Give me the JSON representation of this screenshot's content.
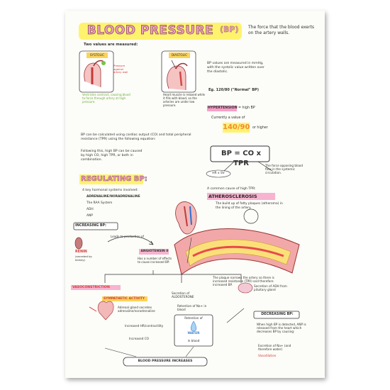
{
  "title": {
    "main": "BLOOD PRESSURE",
    "abbr": "(BP)",
    "definition": "The force that the blood exerts on the artery walls."
  },
  "measurement": {
    "intro": "Two values are measured:",
    "systolic": {
      "label": "SYSTOLIC",
      "note": "Pressure against artery wall",
      "caption": "Ventricles contract, causing blood to force through artery at high pressure."
    },
    "diastolic": {
      "label": "DIASTOLIC",
      "caption": "Heart muscle is relaxed while it fills with blood, so the arteries are under low pressure."
    }
  },
  "units": {
    "text": "BP values are measured in mmHg, with the systolic value written over the diastolic.",
    "example": "Eg. 120/80 (\"Normal\" BP)"
  },
  "hypertension": {
    "label": "HYPERTENSION",
    "suffix": "= high BP",
    "currently": "Currently a value of",
    "value": "140/90",
    "or_higher": "or higher"
  },
  "formula": {
    "intro": "BP can be calculated using cardiac output (CO) and total peripheral resistance (TPR) using the following equation:",
    "equation": "BP = CO x TPR",
    "hr_sv": "HR x SV",
    "tpr_note": "The force opposing blood flow in the systemic circulation.",
    "following": "Following this, high BP can be caused by high CO, high TPR, or both in combination."
  },
  "regulating": {
    "heading": "REGULATING BP:",
    "intro": "4 key hormonal systems involved:",
    "items": [
      "ADRENALINE/NORADRENALINE",
      "The RAA System",
      "ADH",
      "ANP"
    ]
  },
  "athero": {
    "lead": "A common cause of high TPR:",
    "heading": "ATHEROSCLEROSIS",
    "text": "The build up of fatty plaques (atheroma) in the lining of the artery.",
    "plaque_note": "The plaque narrows the artery so there is increased resistance (TPR) and therefore increased BP."
  },
  "increasing": {
    "label": "INCREASING BP:",
    "renin": "RENIN",
    "secreted": "(secreted by kidney)",
    "leads": "Leads to production of",
    "angiotensin": "ANGIOTENSIN II",
    "angio_effect": "Has a number of effects to cause increased BP:",
    "vasoconstriction": "VASOCONSTRICTION",
    "sympathetic": "SYMPATHETIC ACTIVITY",
    "adrenal": "Adrenal gland secretes adrenaline/noradrenaline",
    "increased_hr": "Increased HR/contractility",
    "increased_co": "Increased CO",
    "aldosterone": "Secretion of ALDOSTERONE",
    "sodium": "Retention of Na+ in blood",
    "adh": "Secretion of ADH from pituitary gland",
    "water_top": "Retention of",
    "water": "WATER",
    "water_bottom": "in blood",
    "result": "BLOOD PRESSURE INCREASES"
  },
  "decreasing": {
    "label": "DECREASING BP:",
    "text": "When high BP is detected, ANP is released from the heart which decreases BP by causing:",
    "items": [
      "Excretion of Na+ (and therefore water)",
      "Vasodilation"
    ]
  },
  "colors": {
    "title_fill": "#f2a0bf",
    "highlight_yellow": "#fff36e",
    "highlight_pink": "#f7b3cf",
    "accent_orange": "#e8712b",
    "accent_red": "#d33c3c",
    "accent_blue": "#3f7fd0",
    "accent_green": "#6cae3a"
  }
}
